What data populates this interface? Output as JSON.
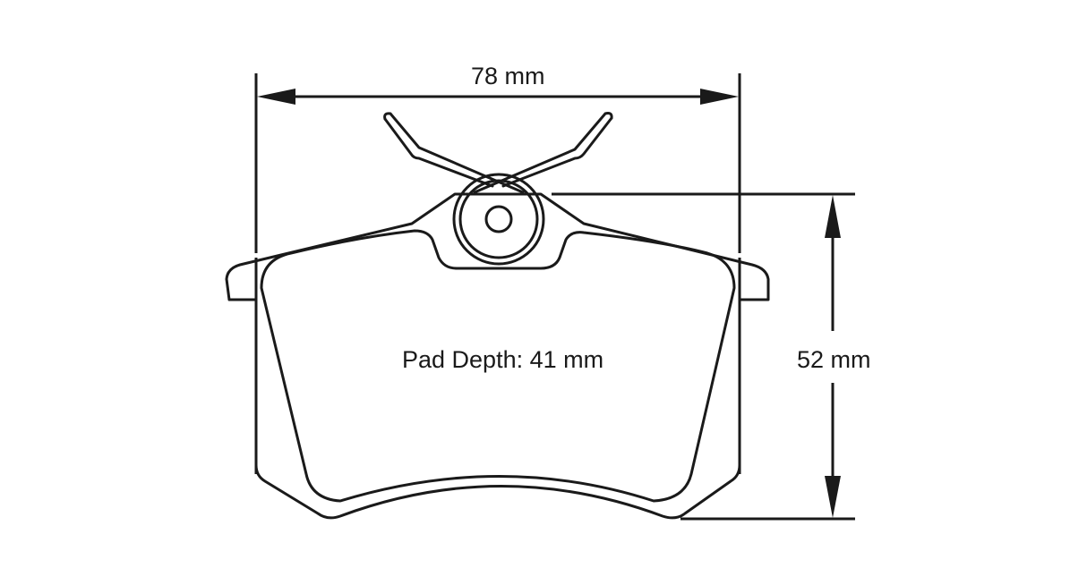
{
  "diagram": {
    "title": "Brake pad dimension drawing",
    "subject": "Brake pad with anti-rattle spring clip",
    "line_color": "#1a1a1a",
    "background_color": "#ffffff"
  },
  "dimensions": {
    "width": {
      "label": "78 mm",
      "value": 78,
      "unit": "mm",
      "orientation": "horizontal"
    },
    "height": {
      "label": "52 mm",
      "value": 52,
      "unit": "mm",
      "orientation": "vertical"
    },
    "pad_depth": {
      "label": "Pad Depth: 41 mm",
      "value": 41,
      "unit": "mm"
    }
  }
}
